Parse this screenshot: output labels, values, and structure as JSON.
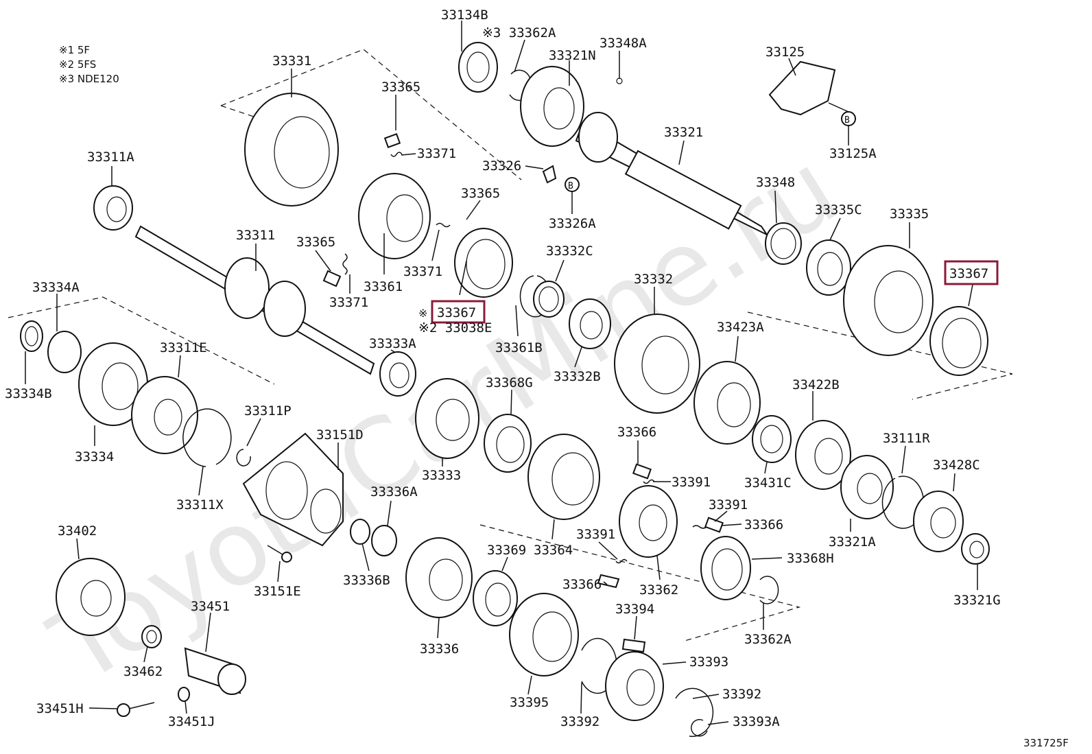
{
  "legend": [
    "※1 5F",
    "※2 5FS",
    "※3 NDE120"
  ],
  "figure_code": "331725F",
  "watermark": "ToyotaCarMine.ru",
  "parts": {
    "p33134B": "33134B",
    "p33362A_top": "※3 33362A",
    "p33348A": "33348A",
    "p33321N": "33321N",
    "p33125": "33125",
    "p33331": "33331",
    "p33365_a": "33365",
    "p33371_a": "33371",
    "p33326": "33326",
    "pB_33326A": "B",
    "p33326A": "33326A",
    "p33321": "33321",
    "pB_33125A": "B",
    "p33125A": "33125A",
    "p33311A": "33311A",
    "p33365_b": "33365",
    "p33348": "33348",
    "p33335C": "33335C",
    "p33335": "33335",
    "p33311": "33311",
    "p33365_c": "33365",
    "p33371_b": "33371",
    "p33361": "33361",
    "p33332C": "33332C",
    "p33367_right": "33367",
    "p33371_c": "33371",
    "p33334A": "33334A",
    "p33367_mid_mark": "※",
    "p33367_mid": "33367",
    "p33038E": "※2 33038E",
    "p33332": "33332",
    "p33423A": "33423A",
    "p33311E": "33311E",
    "p33333A": "33333A",
    "p33361B": "33361B",
    "p33332B": "33332B",
    "p33334B": "33334B",
    "p33368G": "33368G",
    "p33422B": "33422B",
    "p33311P": "33311P",
    "p33151D": "33151D",
    "p33366_a": "33366",
    "p33111R": "33111R",
    "p33334": "33334",
    "p33333": "33333",
    "p33391_a": "33391",
    "p33428C": "33428C",
    "p33431C": "33431C",
    "p33336A": "33336A",
    "p33311X": "33311X",
    "p33391_b": "33391",
    "p33366_b": "33366",
    "p33321A": "33321A",
    "p33402": "33402",
    "p33391_c": "33391",
    "p33369": "33369",
    "p33364": "33364",
    "p33368H": "33368H",
    "p33336B": "33336B",
    "p33366_c": "33366",
    "p33362": "33362",
    "p33151E": "33151E",
    "p33321G": "33321G",
    "p33451": "33451",
    "p33394": "33394",
    "p33336": "33336",
    "p33362A_bottom": "33362A",
    "p33462": "33462",
    "p33393": "33393",
    "p33395": "33395",
    "p33392_a": "33392",
    "p33451H": "33451H",
    "p33451J": "33451J",
    "p33392_b": "33392",
    "p33393A": "33393A"
  },
  "highlighted": [
    "p33367_right",
    "p33367_mid"
  ],
  "colors": {
    "highlight": "#8b1a3a",
    "ink": "#111111",
    "watermark": "#e8e8e8"
  }
}
